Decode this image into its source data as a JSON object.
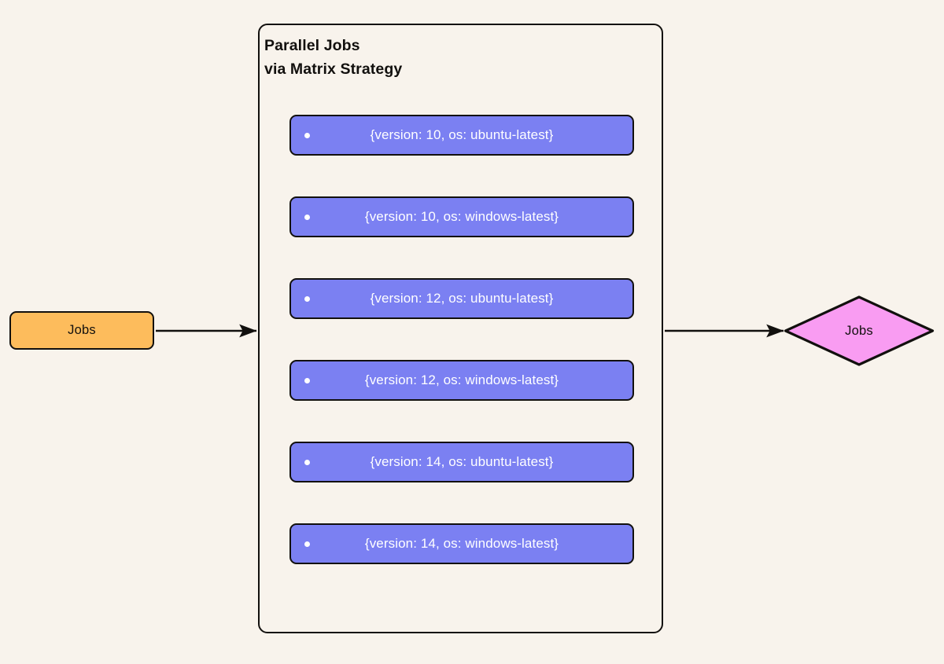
{
  "diagram": {
    "background_color": "#f8f3ec",
    "stroke_color": "#12100e"
  },
  "source_node": {
    "label": "Jobs",
    "shape": "rounded-rectangle",
    "fill_color": "#fdbc5c"
  },
  "container": {
    "title": "Parallel Jobs\nvia Matrix Strategy",
    "title_line_1": "Parallel Jobs",
    "title_line_2": "via Matrix Strategy",
    "fill_color": "#f8f3ec",
    "items": [
      {
        "bullet": "•",
        "label": "{version: 10, os: ubuntu-latest}",
        "fill_color": "#7b80f2"
      },
      {
        "bullet": "•",
        "label": "{version: 10, os: windows-latest}",
        "fill_color": "#7b80f2"
      },
      {
        "bullet": "•",
        "label": "{version: 12, os: ubuntu-latest}",
        "fill_color": "#7b80f2"
      },
      {
        "bullet": "•",
        "label": "{version: 12, os: windows-latest}",
        "fill_color": "#7b80f2"
      },
      {
        "bullet": "•",
        "label": "{version: 14, os: ubuntu-latest}",
        "fill_color": "#7b80f2"
      },
      {
        "bullet": "•",
        "label": "{version: 14, os: windows-latest}",
        "fill_color": "#7b80f2"
      }
    ]
  },
  "target_node": {
    "label": "Jobs",
    "shape": "diamond",
    "fill_color": "#f99cf2"
  },
  "edges": [
    {
      "name": "source-to-container",
      "from": "Jobs",
      "to": "Parallel Jobs via Matrix Strategy",
      "label": ""
    },
    {
      "name": "container-to-target",
      "from": "Parallel Jobs via Matrix Strategy",
      "to": "Jobs",
      "label": ""
    }
  ]
}
